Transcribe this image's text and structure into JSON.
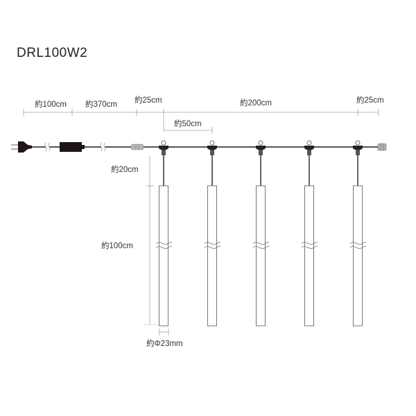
{
  "title": "DRL100W2",
  "dimensions": {
    "plug_cord": "約100cm",
    "controller_cord": "約370cm",
    "lead": "約25cm",
    "span": "約200cm",
    "tail": "約25cm",
    "pitch": "約50cm",
    "drop": "約20cm",
    "tube_length": "約100cm",
    "tube_diameter": "約Φ23mm"
  },
  "components": {
    "plug": "power-plug",
    "controller": "controller-box",
    "inline_connector": "inline-connector",
    "end_cap": "end-connector",
    "tube_count": 5
  },
  "colors": {
    "cable": "#1a1a1a",
    "dimension_line": "#9a9a9a",
    "tube_outline": "#6a6a6a",
    "connector": "#2a1f1f"
  }
}
